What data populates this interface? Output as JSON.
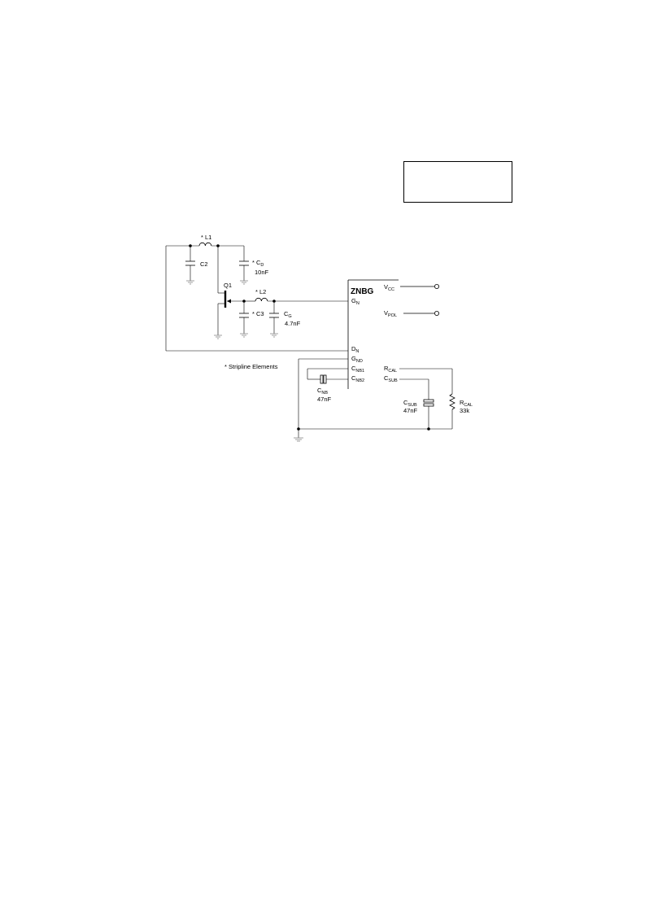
{
  "chip": {
    "name": "ZNBG"
  },
  "pins": {
    "gn": {
      "base": "G",
      "sub": "N"
    },
    "dn": {
      "base": "D",
      "sub": "N"
    },
    "gnd": {
      "base": "G",
      "sub": "ND"
    },
    "cnb1": {
      "base": "C",
      "sub": "NB1"
    },
    "cnb2": {
      "base": "C",
      "sub": "NB2"
    },
    "vcc": {
      "base": "V",
      "sub": "CC"
    },
    "vpol": {
      "base": "V",
      "sub": "POL"
    },
    "rcal": {
      "base": "R",
      "sub": "CAL"
    },
    "csub": {
      "base": "C",
      "sub": "SUB"
    }
  },
  "components": {
    "l1": "* L1",
    "l2": "* L2",
    "c2": "C2",
    "c3": "* C3",
    "cd": {
      "prefix": "* C",
      "sub": "D",
      "value": "10nF"
    },
    "cg": {
      "base": "C",
      "sub": "G",
      "value": "4.7nF"
    },
    "q1": "Q1",
    "cnb": {
      "base": "C",
      "sub": "NB",
      "value": "47nF"
    },
    "csub": {
      "base": "C",
      "sub": "SUB",
      "value": "47nF"
    },
    "rcal": {
      "base": "R",
      "sub": "CAL",
      "value": "33k"
    }
  },
  "note": "* Stripline Elements"
}
